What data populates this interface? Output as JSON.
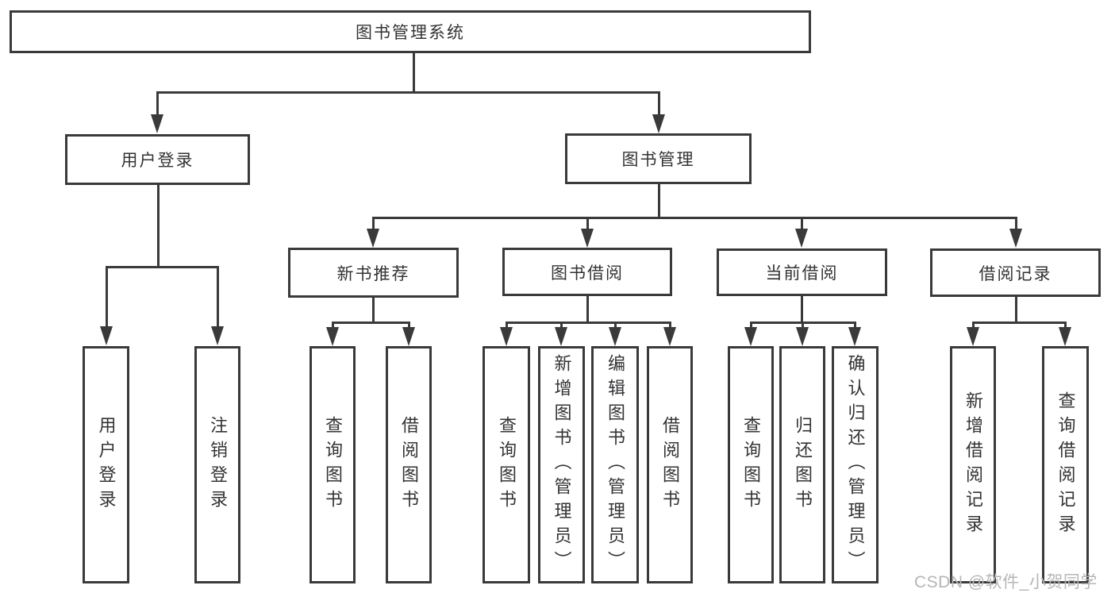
{
  "diagram_title": "图书管理系统",
  "nodes": {
    "root": "图书管理系统",
    "user_login": "用户登录",
    "book_mgmt": "图书管理",
    "new_book": "新书推荐",
    "book_borrow": "图书借阅",
    "current_borrow": "当前借阅",
    "borrow_record": "借阅记录",
    "ul_user_login": "用户登录",
    "ul_logout": "注销登录",
    "nb_query": "查询图书",
    "nb_borrow": "借阅图书",
    "bb_query": "查询图书",
    "bb_add": "新增图书（管理员）",
    "bb_edit": "编辑图书（管理员）",
    "bb_borrow": "借阅图书",
    "cb_query": "查询图书",
    "cb_return": "归还图书",
    "cb_confirm": "确认归还（管理员）",
    "br_add": "新增借阅记录",
    "br_query": "查询借阅记录"
  },
  "hierarchy": {
    "图书管理系统": {
      "用户登录": [
        "用户登录",
        "注销登录"
      ],
      "图书管理": {
        "新书推荐": [
          "查询图书",
          "借阅图书"
        ],
        "图书借阅": [
          "查询图书",
          "新增图书（管理员）",
          "编辑图书（管理员）",
          "借阅图书"
        ],
        "当前借阅": [
          "查询图书",
          "归还图书",
          "确认归还（管理员）"
        ],
        "借阅记录": [
          "新增借阅记录",
          "查询借阅记录"
        ]
      }
    }
  },
  "watermark": "CSDN @软件_小贺同学",
  "colors": {
    "line": "#3a3a3a",
    "text": "#333336",
    "watermark": "#b6b6b6",
    "background": "#ffffff"
  }
}
